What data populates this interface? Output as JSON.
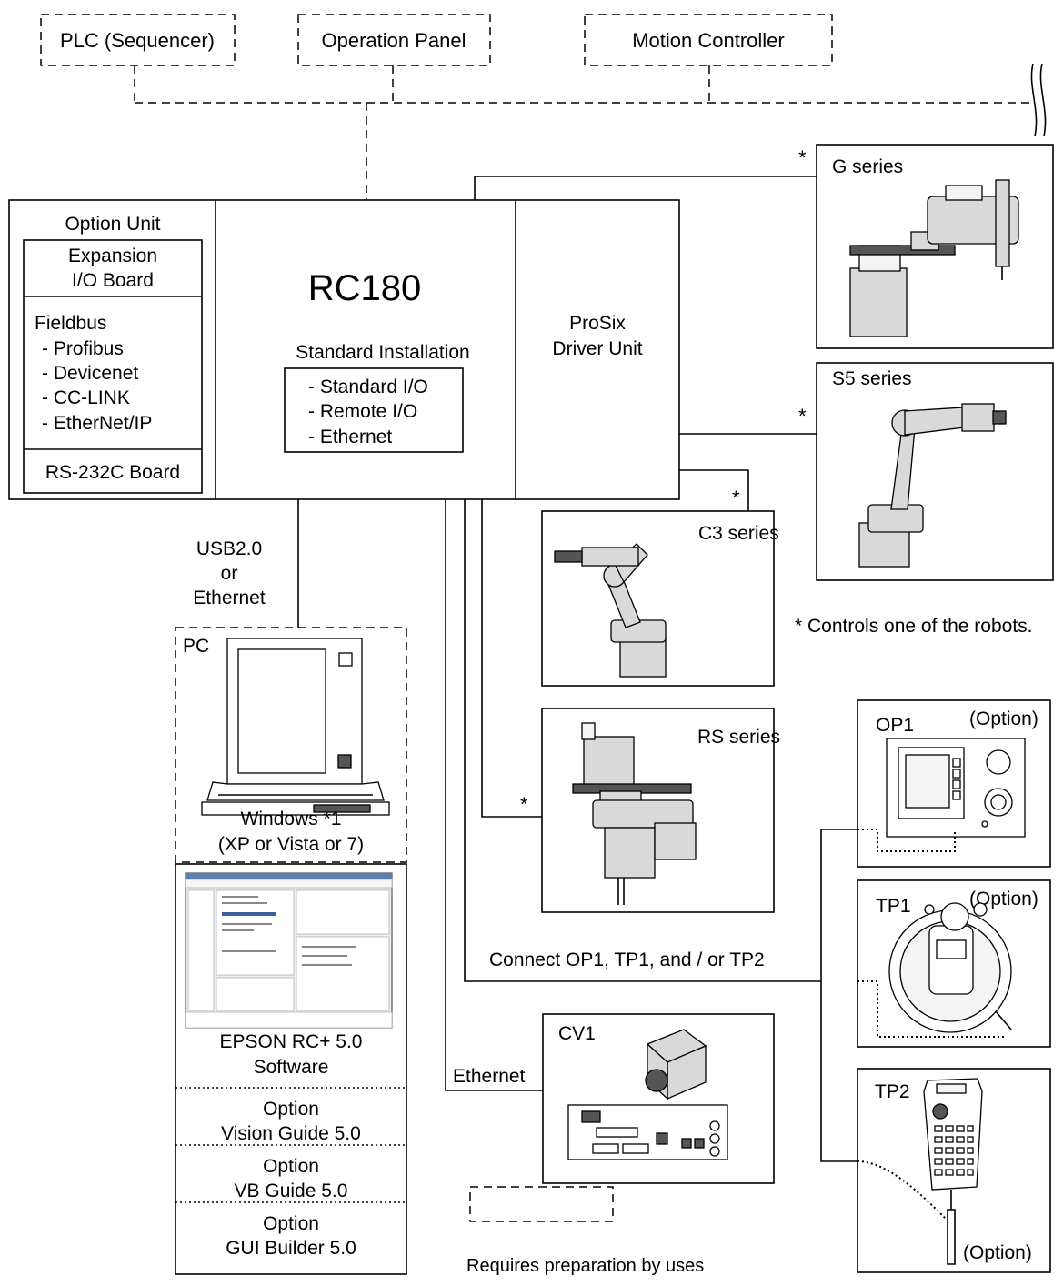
{
  "top_devices": [
    "PLC (Sequencer)",
    "Operation Panel",
    "Motion Controller"
  ],
  "option_unit": {
    "title": "Option Unit",
    "expansion": [
      "Expansion",
      "I/O Board"
    ],
    "fieldbus": [
      "Fieldbus",
      "- Profibus",
      "- Devicenet",
      "- CC-LINK",
      "- EtherNet/IP"
    ],
    "rs232": "RS-232C Board"
  },
  "controller": {
    "name": "RC180",
    "std_install": "Standard Installation",
    "std_items": [
      "- Standard I/O",
      "- Remote I/O",
      "- Ethernet"
    ]
  },
  "driver": [
    "ProSix",
    "Driver Unit"
  ],
  "robots": {
    "g": "G series",
    "s5": "S5 series",
    "c3": "C3 series",
    "rs": "RS series"
  },
  "asterisk": "*",
  "footnote": "* Controls one of the robots.",
  "pc": {
    "conn": [
      "USB2.0",
      "or",
      "Ethernet"
    ],
    "label": "PC",
    "windows": [
      "Windows *1",
      "(XP or Vista or 7)"
    ]
  },
  "software": [
    [
      "EPSON RC+ 5.0",
      "Software"
    ],
    [
      "Option",
      "Vision Guide 5.0"
    ],
    [
      "Option",
      "VB Guide 5.0"
    ],
    [
      "Option",
      "GUI Builder 5.0"
    ]
  ],
  "connect_note": "Connect OP1, TP1, and / or TP2",
  "ethernet": "Ethernet",
  "cv1": "CV1",
  "pendants": {
    "op1": "OP1",
    "tp1": "TP1",
    "tp2": "TP2",
    "option": "(Option)"
  },
  "legend": "Requires preparation by uses"
}
